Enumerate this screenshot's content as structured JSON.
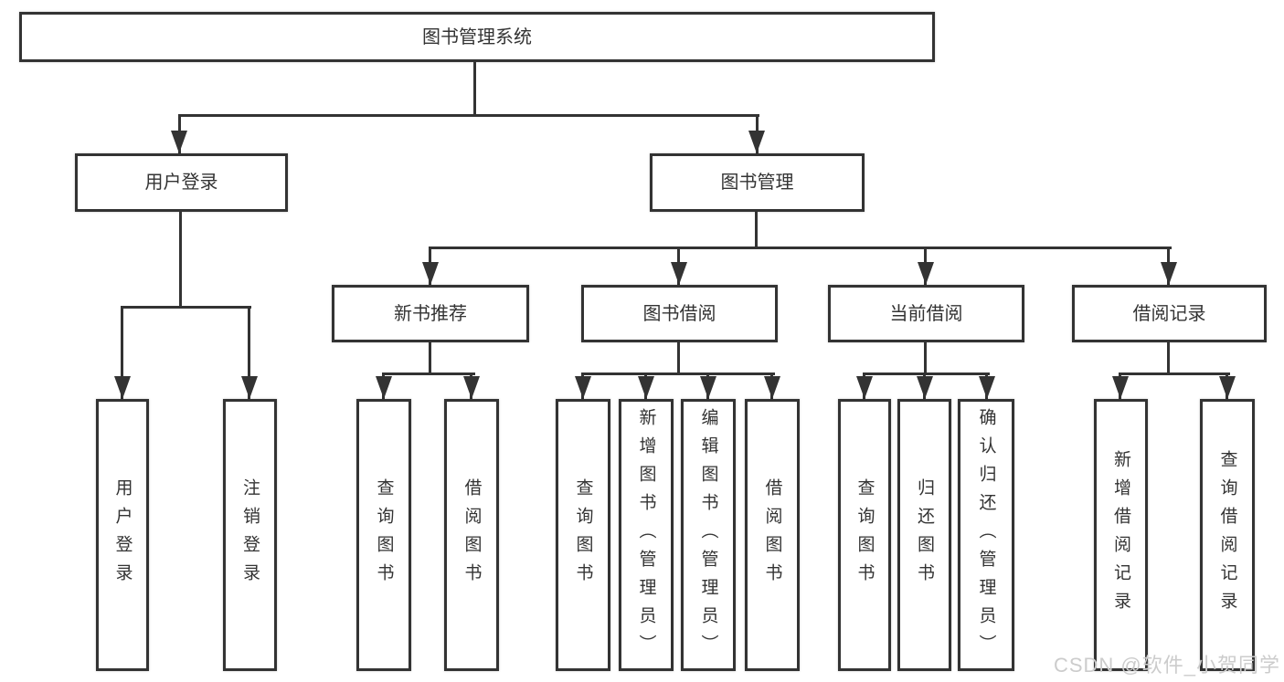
{
  "diagram": {
    "root": {
      "label": "图书管理系统"
    },
    "branches": [
      {
        "label": "用户登录",
        "leaves": [
          "用户登录",
          "注销登录"
        ]
      },
      {
        "label": "图书管理",
        "children": [
          {
            "label": "新书推荐",
            "leaves": [
              "查询图书",
              "借阅图书"
            ]
          },
          {
            "label": "图书借阅",
            "leaves": [
              "查询图书",
              "新增图书（管理员）",
              "编辑图书（管理员）",
              "借阅图书"
            ]
          },
          {
            "label": "当前借阅",
            "leaves": [
              "查询图书",
              "归还图书",
              "确认归还（管理员）"
            ]
          },
          {
            "label": "借阅记录",
            "leaves": [
              "新增借阅记录",
              "查询借阅记录"
            ]
          }
        ]
      }
    ]
  },
  "watermark": {
    "text": "CSDN @软件_小贺同学",
    "color": "#cccccc"
  },
  "colors": {
    "line": "#333333",
    "text": "#333333",
    "background": "#ffffff"
  }
}
